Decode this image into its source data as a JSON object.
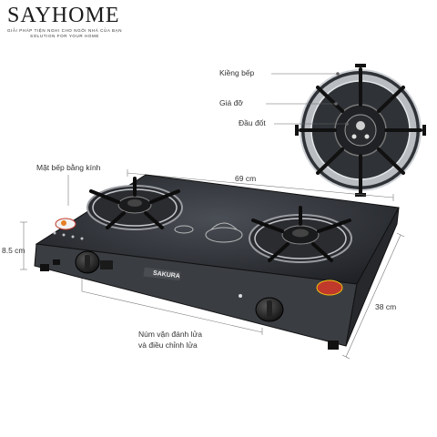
{
  "brand": {
    "name": "SAYHOME",
    "tagline_vi": "GIẢI PHÁP TIỆN NGHI CHO NGÔI NHÀ CỦA BẠN",
    "tagline_en": "SOLUTION FOR YOUR HOME"
  },
  "callouts": {
    "pan_support": "Kiềng bếp",
    "bracket": "Giá đỡ",
    "burner_head": "Đầu đốt",
    "glass_top": "Mặt bếp bằng kính",
    "knob_line1": "Núm vặn đánh lửa",
    "knob_line2": "và điều chỉnh lửa"
  },
  "dimensions": {
    "length": "69 cm",
    "height": "8.5 cm",
    "depth": "38 cm"
  },
  "product": {
    "logo_text": "SAKURA"
  },
  "colors": {
    "glass": "#2b2e33",
    "steel": "#8a8d92",
    "background": "#ffffff"
  }
}
